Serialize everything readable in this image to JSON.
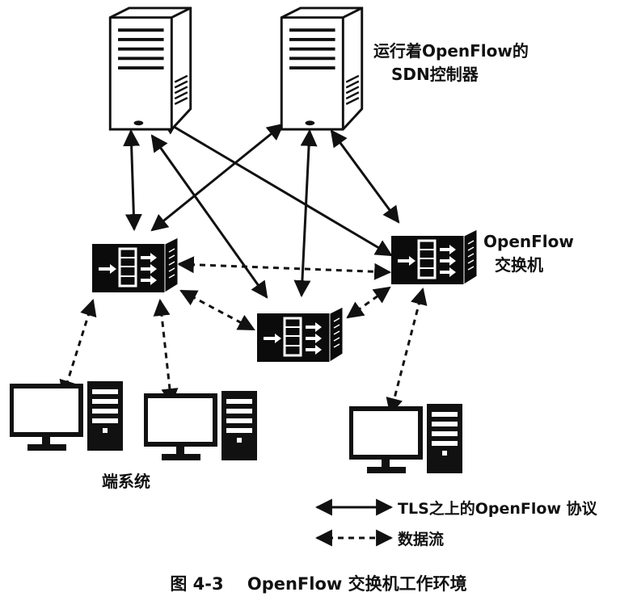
{
  "labels": {
    "controller": [
      "运行着OpenFlow的",
      "SDN控制器"
    ],
    "switch": [
      "OpenFlow",
      "交换机"
    ],
    "end_systems": "端系统",
    "caption": "图 4-3    OpenFlow 交换机工作环境"
  },
  "legend": {
    "solid": "TLS之上的OpenFlow 协议",
    "dashed": "数据流"
  },
  "colors": {
    "ink": "#111111",
    "device_fill": "#ffffff",
    "switch_fill": "#0b0b0b"
  },
  "icons": {
    "controller": "server-tower-icon",
    "switch": "openflow-switch-icon",
    "host": "desktop-computer-icon"
  }
}
